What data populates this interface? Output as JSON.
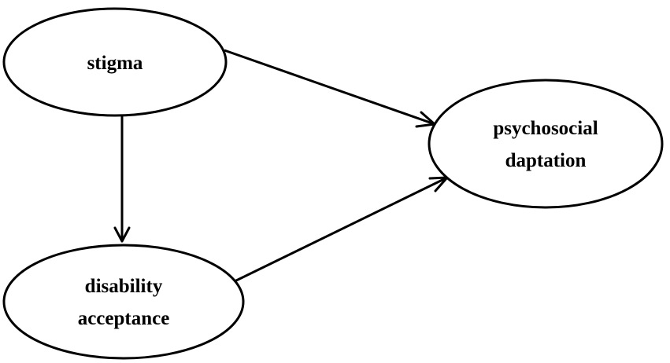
{
  "diagram": {
    "nodes": [
      {
        "id": "stigma",
        "lines": [
          "stigma"
        ]
      },
      {
        "id": "disability-acceptance",
        "lines": [
          "disability",
          "acceptance"
        ]
      },
      {
        "id": "psychosocial-daptation",
        "lines": [
          "psychosocial",
          "daptation"
        ]
      }
    ],
    "edges": [
      {
        "from": "stigma",
        "to": "psychosocial-daptation"
      },
      {
        "from": "stigma",
        "to": "disability-acceptance"
      },
      {
        "from": "disability-acceptance",
        "to": "psychosocial-daptation"
      }
    ],
    "colors": {
      "stroke": "#000000",
      "background": "#ffffff",
      "text": "#000000"
    }
  }
}
